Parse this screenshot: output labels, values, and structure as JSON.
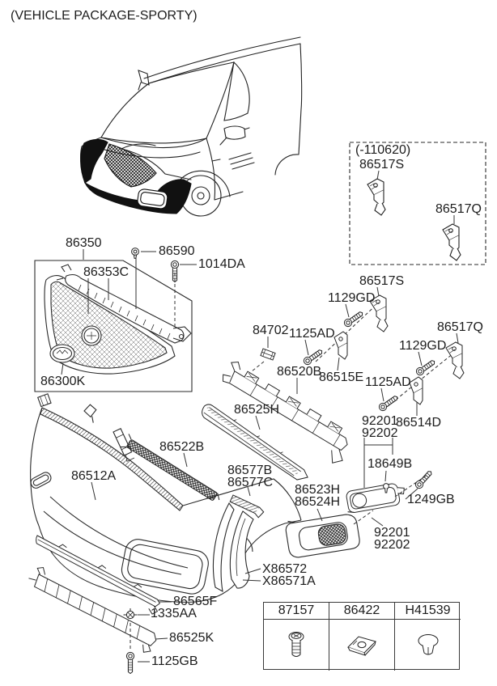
{
  "title": "(VEHICLE PACKAGE-SPORTY)",
  "revision_box": {
    "note": "(-110620)",
    "bracket_upper": "86517S",
    "bracket_lower": "86517Q"
  },
  "callouts": [
    {
      "name": "grille-assembly",
      "text": "86350"
    },
    {
      "name": "tapping-screw",
      "text": "86590"
    },
    {
      "name": "bolt-washer",
      "text": "1014DA"
    },
    {
      "name": "grille-upper-molding",
      "text": "86353C"
    },
    {
      "name": "kia-emblem",
      "text": "86300K"
    },
    {
      "name": "beam-bracket-s",
      "text": "86517S"
    },
    {
      "name": "bolt-1129gd-1",
      "text": "1129GD"
    },
    {
      "name": "beam-bracket-q",
      "text": "86517Q"
    },
    {
      "name": "bolt-1129gd-2",
      "text": "1129GD"
    },
    {
      "name": "clip-84702",
      "text": "84702"
    },
    {
      "name": "bolt-1125ad-1",
      "text": "1125AD"
    },
    {
      "name": "energy-absorber",
      "text": "86520B"
    },
    {
      "name": "side-bracket-e",
      "text": "86515E"
    },
    {
      "name": "bolt-1125ad-2",
      "text": "1125AD"
    },
    {
      "name": "fog-lamp-lh",
      "text": "92201"
    },
    {
      "name": "fog-lamp-rh",
      "text": "92202"
    },
    {
      "name": "side-bracket-d",
      "text": "86514D"
    },
    {
      "name": "screw-18649b",
      "text": "18649B"
    },
    {
      "name": "bolt-1249gb",
      "text": "1249GB"
    },
    {
      "name": "fog-lamp-lh-2",
      "text": "92201"
    },
    {
      "name": "fog-lamp-rh-2",
      "text": "92202"
    },
    {
      "name": "bumper-upper-molding",
      "text": "86525H"
    },
    {
      "name": "lower-grille-strip",
      "text": "86522B"
    },
    {
      "name": "side-support-b",
      "text": "86577B"
    },
    {
      "name": "side-support-c",
      "text": "86577C"
    },
    {
      "name": "front-bumper-cover",
      "text": "86512A"
    },
    {
      "name": "fog-bezel-lh",
      "text": "86523H"
    },
    {
      "name": "fog-bezel-rh",
      "text": "86524H"
    },
    {
      "name": "fog-cover-lh",
      "text": "X86572"
    },
    {
      "name": "fog-cover-rh",
      "text": "X86571A"
    },
    {
      "name": "bumper-lower-molding",
      "text": "86565F"
    },
    {
      "name": "clip-1335aa",
      "text": "1335AA"
    },
    {
      "name": "lower-absorber",
      "text": "86525K"
    },
    {
      "name": "bolt-1125gb",
      "text": "1125GB"
    }
  ],
  "fastener_table": {
    "columns": [
      {
        "part_no": "87157",
        "icon": "torx-screw"
      },
      {
        "part_no": "86422",
        "icon": "spring-clip"
      },
      {
        "part_no": "H41539",
        "icon": "push-grommet"
      }
    ]
  }
}
